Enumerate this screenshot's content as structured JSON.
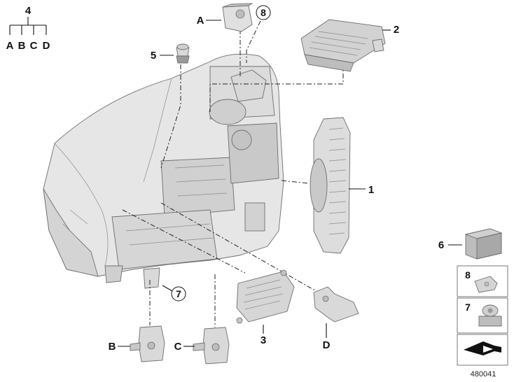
{
  "labels": {
    "group": "4",
    "tree": [
      "A",
      "B",
      "C",
      "D"
    ],
    "p1": "1",
    "p2": "2",
    "p3": "3",
    "p5": "5",
    "p6": "6",
    "p7": "7",
    "p8": "8",
    "A": "A",
    "B": "B",
    "C": "C",
    "D": "D"
  },
  "legend": {
    "box8": "8",
    "box7": "7"
  },
  "ref_number": "480041"
}
